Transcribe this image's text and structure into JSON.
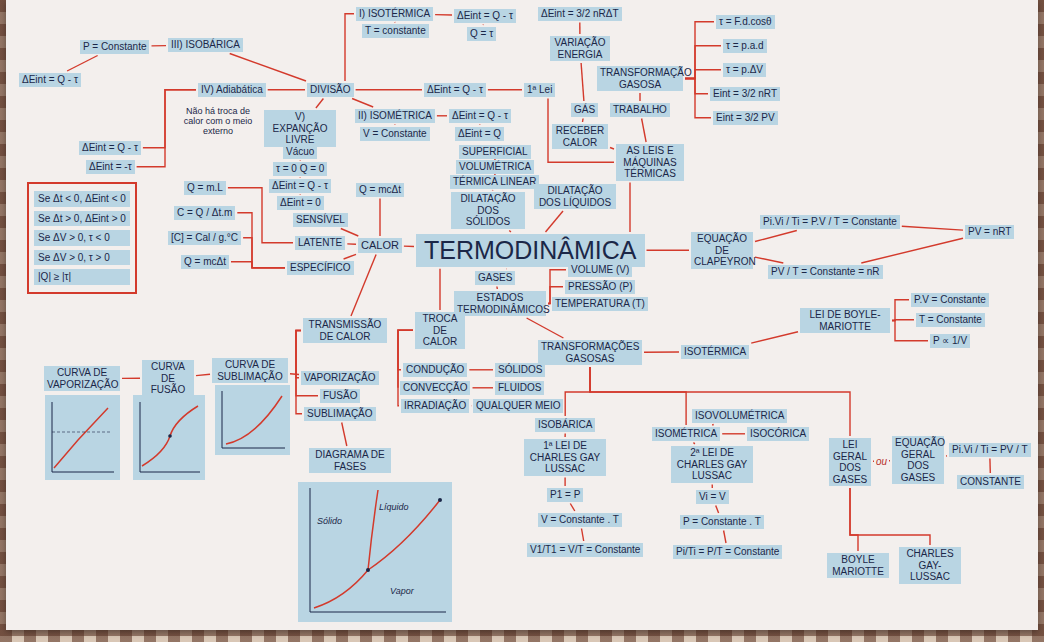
{
  "diagram": {
    "nodes": [
      {
        "text": [
          "III) ISOBÁRICA"
        ]
      },
      {
        "text": [
          "P = Constante"
        ]
      },
      {
        "text": [
          "ΔEint = Q - τ"
        ]
      },
      {
        "text": [
          "I) ISOTÉRMICA"
        ]
      },
      {
        "text": [
          "T = constante"
        ]
      },
      {
        "text": [
          "ΔEint = Q - τ"
        ]
      },
      {
        "text": [
          "Q = τ"
        ]
      },
      {
        "text": [
          "ΔEint = 3/2 nRΔT"
        ]
      },
      {
        "text": [
          "VARIAÇÃO ENERGIA"
        ]
      },
      {
        "text": [
          "τ = F.d.cosθ"
        ]
      },
      {
        "text": [
          "τ = p.a.d"
        ]
      },
      {
        "text": [
          "τ = p.ΔV"
        ]
      },
      {
        "text": [
          "Eint = 3/2 nRT"
        ]
      },
      {
        "text": [
          "Eint = 3/2 PV"
        ]
      },
      {
        "text": [
          "TRANSFORMAÇÃO GASOSA"
        ]
      },
      {
        "text": [
          "IV) Adiabática"
        ]
      },
      {
        "text": [
          "DIVISÃO"
        ]
      },
      {
        "text": [
          "ΔEint = Q - τ"
        ]
      },
      {
        "text": [
          "1ª Lei"
        ]
      },
      {
        "text": [
          "GÁS"
        ]
      },
      {
        "text": [
          "TRABALHO"
        ]
      },
      {
        "text": [
          "II) ISOMÉTRICA"
        ]
      },
      {
        "text": [
          "V = Constante"
        ]
      },
      {
        "text": [
          "ΔEint = Q - τ"
        ]
      },
      {
        "text": [
          "ΔEint = Q"
        ]
      },
      {
        "text": [
          "V) EXPANÇÃO LIVRE"
        ]
      },
      {
        "text": [
          "RECEBER CALOR"
        ]
      },
      {
        "text": [
          "AS LEIS E MÁQUINAS TÉRMICAS"
        ]
      },
      {
        "text": [
          "ΔEint = Q - τ"
        ]
      },
      {
        "text": [
          "ΔEint = -τ"
        ]
      },
      {
        "text": [
          "Vácuo"
        ]
      },
      {
        "text": [
          "τ = 0 Q = 0"
        ]
      },
      {
        "text": [
          "ΔEint = Q - τ"
        ]
      },
      {
        "text": [
          "ΔEint = 0"
        ]
      },
      {
        "text": [
          "SUPERFICIAL"
        ]
      },
      {
        "text": [
          "VOLUMÉTRICA"
        ]
      },
      {
        "text": [
          "TÉRMICA LINEAR"
        ]
      },
      {
        "text": [
          "DILATAÇÃO DOS SÓLIDOS"
        ]
      },
      {
        "text": [
          "DILATAÇÃO DOS LÍQUIDOS"
        ]
      },
      {
        "text": [
          "Pi.Vi / Ti = P.V / T = Constante"
        ]
      },
      {
        "text": [
          "PV = nRT"
        ]
      },
      {
        "text": [
          "EQUAÇÃO DE CLAPEYRON"
        ]
      },
      {
        "text": [
          "PV / T = Constante = nR"
        ]
      },
      {
        "text": [
          "TERMODINÂMICA"
        ]
      },
      {
        "text": [
          "Q = m.L"
        ]
      },
      {
        "text": [
          "Q = mcΔt"
        ]
      },
      {
        "text": [
          "C = Q / Δt.m"
        ]
      },
      {
        "text": [
          "[C] = Cal / g.°C"
        ]
      },
      {
        "text": [
          "Q = mcΔt"
        ]
      },
      {
        "text": [
          "SENSÍVEL"
        ]
      },
      {
        "text": [
          "LATENTE"
        ]
      },
      {
        "text": [
          "ESPECÍFICO"
        ]
      },
      {
        "text": [
          "CALOR"
        ]
      },
      {
        "text": [
          "GASES"
        ]
      },
      {
        "text": [
          "VOLUME (V)"
        ]
      },
      {
        "text": [
          "PRESSÃO (P)"
        ]
      },
      {
        "text": [
          "TEMPERATURA (T)"
        ]
      },
      {
        "text": [
          "ESTADOS TERMODINÂMICOS"
        ]
      },
      {
        "text": [
          "LEI DE BOYLE-MARIOTTE"
        ]
      },
      {
        "text": [
          "P.V = Constante"
        ]
      },
      {
        "text": [
          "T = Constante"
        ]
      },
      {
        "text": [
          "P ∝ 1/V"
        ]
      },
      {
        "text": [
          "TRANSMISSÃO DE CALOR"
        ]
      },
      {
        "text": [
          "TROCA DE CALOR"
        ]
      },
      {
        "text": [
          "TRANSFORMAÇÕES GASOSAS"
        ]
      },
      {
        "text": [
          "ISOTÉRMICA"
        ]
      },
      {
        "text": [
          "CONDUÇÃO"
        ]
      },
      {
        "text": [
          "SÓLIDOS"
        ]
      },
      {
        "text": [
          "CONVECÇÃO"
        ]
      },
      {
        "text": [
          "FLUIDOS"
        ]
      },
      {
        "text": [
          "IRRADIAÇÃO"
        ]
      },
      {
        "text": [
          "QUALQUER MEIO"
        ]
      },
      {
        "text": [
          "VAPORIZAÇÃO"
        ]
      },
      {
        "text": [
          "FUSÃO"
        ]
      },
      {
        "text": [
          "SUBLIMAÇÃO"
        ]
      },
      {
        "text": [
          "CURVA DE VAPORIZAÇÃO"
        ]
      },
      {
        "text": [
          "CURVA DE FUSÃO"
        ]
      },
      {
        "text": [
          "CURVA DE SUBLIMAÇÃO"
        ]
      },
      {
        "text": [
          "DIAGRAMA DE FASES"
        ]
      },
      {
        "text": [
          "ISOVOLUMÉTRICA"
        ]
      },
      {
        "text": [
          "ISOBÁRICA"
        ]
      },
      {
        "text": [
          "1ª LEI DE CHARLES GAY LUSSAC"
        ]
      },
      {
        "text": [
          "ISOMÉTRICA"
        ]
      },
      {
        "text": [
          "ISOCÓRICA"
        ]
      },
      {
        "text": [
          "2ª LEI DE CHARLES GAY LUSSAC"
        ]
      },
      {
        "text": [
          "LEI GERAL DOS GASES"
        ]
      },
      {
        "text": [
          "EQUAÇÃO GERAL DOS GASES"
        ]
      },
      {
        "text": [
          "Pi.Vi / Ti = PV / T"
        ]
      },
      {
        "text": [
          "CONSTANTE"
        ]
      },
      {
        "text": [
          "P1 = P"
        ]
      },
      {
        "text": [
          "Vi = V"
        ]
      },
      {
        "text": [
          "V = Constante . T"
        ]
      },
      {
        "text": [
          "P = Constante . T"
        ]
      },
      {
        "text": [
          "V1/T1 = V/T = Constante"
        ]
      },
      {
        "text": [
          "Pi/Ti = P/T = Constante"
        ]
      },
      {
        "text": [
          "BOYLE MARIOTTE"
        ]
      },
      {
        "text": [
          "CHARLES GAY-LUSSAC"
        ]
      },
      {
        "text": [
          "Se Δt < 0, ΔEint < 0",
          "Se Δt > 0, ΔEint > 0",
          "Se ΔV > 0, τ < 0",
          "Se ΔV > 0, τ > 0",
          "|Q| ≥ |τ|"
        ]
      }
    ],
    "edges": [
      {
        "from": 16,
        "to": 0,
        "arrow": "none"
      },
      {
        "from": 0,
        "to": 1,
        "arrow": "none"
      },
      {
        "from": 1,
        "to": 2,
        "arrow": "none"
      },
      {
        "from": 16,
        "to": 15,
        "arrow": "none"
      },
      {
        "from": 15,
        "to": 28,
        "arrow": "none"
      },
      {
        "from": 15,
        "to": 29,
        "arrow": "none"
      },
      {
        "from": 16,
        "to": 25,
        "arrow": "none"
      },
      {
        "from": 25,
        "to": 30,
        "arrow": "none"
      },
      {
        "from": 30,
        "to": 31,
        "arrow": "none"
      },
      {
        "from": 31,
        "to": 32,
        "arrow": "none"
      },
      {
        "from": 32,
        "to": 33,
        "arrow": "none"
      },
      {
        "from": 16,
        "to": 3,
        "arrow": "none"
      },
      {
        "from": 3,
        "to": 4,
        "arrow": "none"
      },
      {
        "from": 3,
        "to": 5,
        "arrow": "none"
      },
      {
        "from": 5,
        "to": 6,
        "arrow": "none"
      },
      {
        "from": 16,
        "to": 17,
        "arrow": "none"
      },
      {
        "from": 17,
        "to": 18,
        "arrow": "none"
      },
      {
        "from": 16,
        "to": 21,
        "arrow": "none"
      },
      {
        "from": 21,
        "to": 22,
        "arrow": "none"
      },
      {
        "from": 21,
        "to": 23,
        "arrow": "none"
      },
      {
        "from": 23,
        "to": 24,
        "arrow": "none"
      },
      {
        "from": 18,
        "to": 27,
        "arrow": "none"
      },
      {
        "from": 7,
        "to": 8,
        "arrow": "none"
      },
      {
        "from": 8,
        "to": 19,
        "arrow": "none"
      },
      {
        "from": 19,
        "to": 26,
        "arrow": "none"
      },
      {
        "from": 26,
        "to": 27,
        "arrow": "none"
      },
      {
        "from": 14,
        "to": 20,
        "arrow": "none"
      },
      {
        "from": 20,
        "to": 27,
        "arrow": "none"
      },
      {
        "from": 14,
        "to": 9,
        "arrow": "none"
      },
      {
        "from": 14,
        "to": 10,
        "arrow": "none"
      },
      {
        "from": 14,
        "to": 11,
        "arrow": "none"
      },
      {
        "from": 14,
        "to": 12,
        "arrow": "none"
      },
      {
        "from": 14,
        "to": 13,
        "arrow": "none"
      },
      {
        "from": 27,
        "to": 43,
        "arrow": "none"
      },
      {
        "from": 43,
        "to": 37,
        "arrow": "none"
      },
      {
        "from": 37,
        "to": 36,
        "arrow": "none"
      },
      {
        "from": 36,
        "to": 35,
        "arrow": "none"
      },
      {
        "from": 35,
        "to": 34,
        "arrow": "none"
      },
      {
        "from": 43,
        "to": 38,
        "arrow": "none"
      },
      {
        "from": 43,
        "to": 41,
        "arrow": "none"
      },
      {
        "from": 41,
        "to": 39,
        "arrow": "none"
      },
      {
        "from": 41,
        "to": 42,
        "arrow": "none"
      },
      {
        "from": 39,
        "to": 40,
        "arrow": "none"
      },
      {
        "from": 42,
        "to": 40,
        "arrow": "none"
      },
      {
        "from": 43,
        "to": 52,
        "arrow": "none"
      },
      {
        "from": 52,
        "to": 45,
        "arrow": "none"
      },
      {
        "from": 52,
        "to": 49,
        "arrow": "none"
      },
      {
        "from": 52,
        "to": 50,
        "arrow": "none"
      },
      {
        "from": 52,
        "to": 51,
        "arrow": "none"
      },
      {
        "from": 50,
        "to": 44,
        "arrow": "none"
      },
      {
        "from": 51,
        "to": 46,
        "arrow": "none"
      },
      {
        "from": 51,
        "to": 47,
        "arrow": "none"
      },
      {
        "from": 51,
        "to": 48,
        "arrow": "none"
      },
      {
        "from": 52,
        "to": 62,
        "arrow": "none"
      },
      {
        "from": 62,
        "to": 72,
        "arrow": "none"
      },
      {
        "from": 62,
        "to": 73,
        "arrow": "none"
      },
      {
        "from": 62,
        "to": 74,
        "arrow": "none"
      },
      {
        "from": 74,
        "to": 78,
        "arrow": "none"
      },
      {
        "from": 75,
        "to": 76,
        "arrow": "none"
      },
      {
        "from": 76,
        "to": 77,
        "arrow": "none"
      },
      {
        "from": 77,
        "to": 72,
        "arrow": "none"
      },
      {
        "from": 43,
        "to": 63,
        "arrow": "none"
      },
      {
        "from": 63,
        "to": 66,
        "arrow": "none"
      },
      {
        "from": 63,
        "to": 68,
        "arrow": "none"
      },
      {
        "from": 63,
        "to": 70,
        "arrow": "none"
      },
      {
        "from": 66,
        "to": 67,
        "arrow": "none"
      },
      {
        "from": 68,
        "to": 69,
        "arrow": "none"
      },
      {
        "from": 70,
        "to": 71,
        "arrow": "none"
      },
      {
        "from": 43,
        "to": 53,
        "arrow": "none"
      },
      {
        "from": 53,
        "to": 57,
        "arrow": "none"
      },
      {
        "from": 57,
        "to": 54,
        "arrow": "none"
      },
      {
        "from": 57,
        "to": 55,
        "arrow": "none"
      },
      {
        "from": 57,
        "to": 56,
        "arrow": "none"
      },
      {
        "from": 57,
        "to": 64,
        "arrow": "none"
      },
      {
        "from": 64,
        "to": 65,
        "arrow": "none"
      },
      {
        "from": 65,
        "to": 58,
        "arrow": "none"
      },
      {
        "from": 58,
        "to": 59,
        "arrow": "none"
      },
      {
        "from": 58,
        "to": 60,
        "arrow": "none"
      },
      {
        "from": 58,
        "to": 61,
        "arrow": "none"
      },
      {
        "from": 64,
        "to": 80,
        "arrow": "none"
      },
      {
        "from": 64,
        "to": 82,
        "arrow": "none"
      },
      {
        "from": 64,
        "to": 85,
        "arrow": "none"
      },
      {
        "from": 80,
        "to": 81,
        "arrow": "none"
      },
      {
        "from": 81,
        "to": 89,
        "arrow": "none"
      },
      {
        "from": 89,
        "to": 91,
        "arrow": "none"
      },
      {
        "from": 91,
        "to": 93,
        "arrow": "none"
      },
      {
        "from": 82,
        "to": 79,
        "arrow": "none"
      },
      {
        "from": 82,
        "to": 83,
        "arrow": "none"
      },
      {
        "from": 82,
        "to": 84,
        "arrow": "none"
      },
      {
        "from": 84,
        "to": 90,
        "arrow": "none"
      },
      {
        "from": 90,
        "to": 92,
        "arrow": "none"
      },
      {
        "from": 92,
        "to": 94,
        "arrow": "none"
      },
      {
        "from": 85,
        "to": 86,
        "label": "ou",
        "arrow": "none"
      },
      {
        "from": 86,
        "to": 87,
        "arrow": "none"
      },
      {
        "from": 87,
        "to": 88,
        "arrow": "none"
      },
      {
        "from": 85,
        "to": 95,
        "arrow": "none"
      },
      {
        "from": 85,
        "to": 96,
        "arrow": "none"
      }
    ],
    "labels": [
      "Não há troca de calor com o meio externo",
      "Sólido",
      "Líquido",
      "Vapor"
    ]
  }
}
